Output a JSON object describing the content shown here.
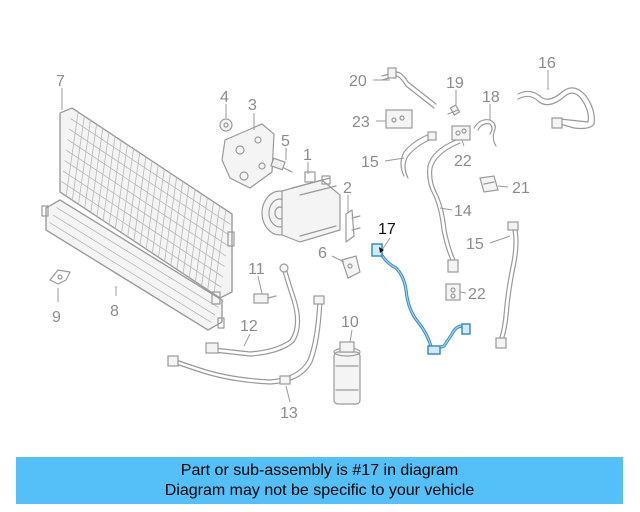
{
  "diagram": {
    "callouts": {
      "c1": "1",
      "c2": "2",
      "c3": "3",
      "c4": "4",
      "c5": "5",
      "c6": "6",
      "c7": "7",
      "c8": "8",
      "c9": "9",
      "c10": "10",
      "c11": "11",
      "c12": "12",
      "c13": "13",
      "c14": "14",
      "c15a": "15",
      "c15b": "15",
      "c16": "16",
      "c17": "17",
      "c18": "18",
      "c19": "19",
      "c20": "20",
      "c21": "21",
      "c22a": "22",
      "c22b": "22",
      "c23": "23"
    },
    "highlight_color": "#3a8fc4"
  },
  "banner": {
    "line1": "Part or sub-assembly is #17 in diagram",
    "line2": "Diagram may not be specific to your vehicle",
    "background": "#53c1f7"
  }
}
